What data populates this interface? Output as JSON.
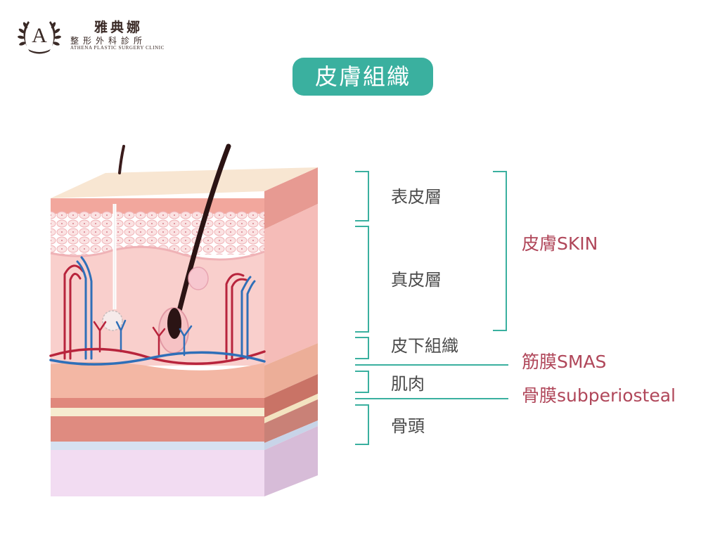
{
  "brand": {
    "monogram": "A",
    "name": "雅典娜",
    "subtitle": "整形外科診所",
    "english": "ATHENA PLASTIC SURGERY CLINIC"
  },
  "title": "皮膚組織",
  "layers": [
    {
      "id": "epidermis",
      "label": "表皮層"
    },
    {
      "id": "dermis",
      "label": "真皮層"
    },
    {
      "id": "subcutaneous",
      "label": "皮下組織"
    },
    {
      "id": "muscle",
      "label": "肌肉"
    },
    {
      "id": "bone",
      "label": "骨頭"
    }
  ],
  "groups": {
    "skin": "皮膚SKIN",
    "smas": "筋膜SMAS",
    "periosteum": "骨膜subperiosteal"
  },
  "colors": {
    "accent": "#3ab09f",
    "group_label": "#b0475a",
    "artery": "#b8243c",
    "vein": "#2f6fb8"
  }
}
